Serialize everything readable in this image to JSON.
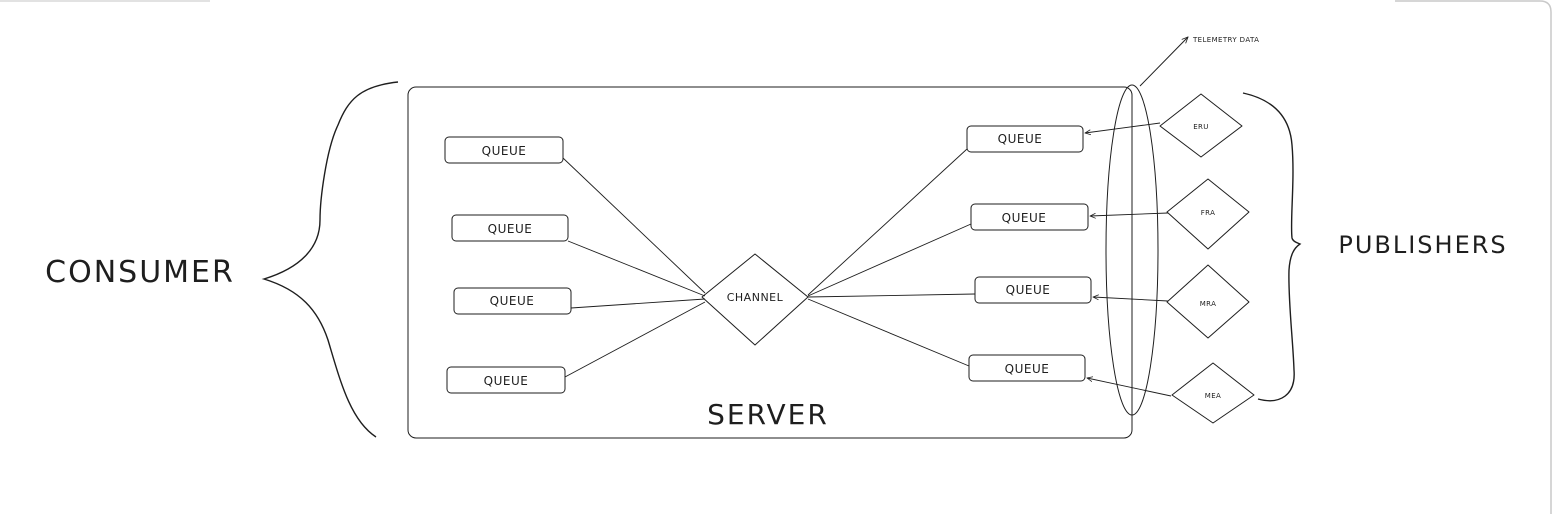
{
  "labels": {
    "consumer": "CONSUMER",
    "publishers": "PUBLISHERS",
    "server": "SERVER",
    "channel": "CHANNEL",
    "telemetry": "TELEMETRY DATA"
  },
  "consumer_queues": [
    "QUEUE",
    "QUEUE",
    "QUEUE",
    "QUEUE"
  ],
  "publisher_queues": [
    "QUEUE",
    "QUEUE",
    "QUEUE",
    "QUEUE"
  ],
  "publishers": [
    "ERU",
    "FRA",
    "MRA",
    "MEA"
  ],
  "colors": {
    "stroke": "#1e1e1e",
    "background": "#ffffff",
    "frame": "#c9c9c9"
  }
}
